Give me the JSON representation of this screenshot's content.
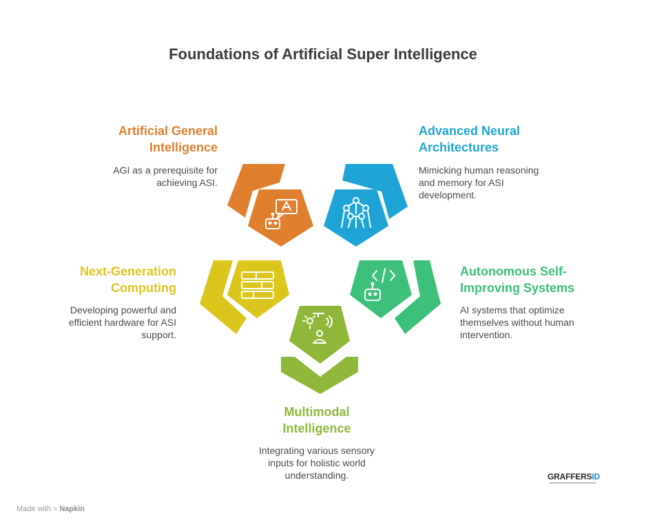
{
  "title": "Foundations of Artificial Super Intelligence",
  "colors": {
    "orange": "#E07F2E",
    "blue": "#1EA5D6",
    "yellow": "#DCC51C",
    "green": "#3CC07A",
    "lime": "#8FB83A"
  },
  "segments": [
    {
      "id": "agi",
      "title_line1": "Artificial General",
      "title_line2": "Intelligence",
      "desc_line1": "AGI as a prerequisite for",
      "desc_line2": "achieving ASI.",
      "icon": "robot-chat-icon",
      "color": "#E07F2E"
    },
    {
      "id": "neural",
      "title_line1": "Advanced Neural",
      "title_line2": "Architectures",
      "desc_line1": "Mimicking human reasoning",
      "desc_line2": "and memory for ASI",
      "desc_line3": "development.",
      "icon": "network-icon",
      "color": "#1EA5D6"
    },
    {
      "id": "computing",
      "title_line1": "Next-Generation",
      "title_line2": "Computing",
      "desc_line1": "Developing powerful and",
      "desc_line2": "efficient hardware for ASI",
      "desc_line3": "support.",
      "icon": "server-stack-icon",
      "color": "#DCC51C"
    },
    {
      "id": "autonomous",
      "title_line1": "Autonomous Self-",
      "title_line2": "Improving Systems",
      "desc_line1": "AI systems that optimize",
      "desc_line2": "themselves without human",
      "desc_line3": "intervention.",
      "icon": "robot-code-icon",
      "color": "#3CC07A"
    },
    {
      "id": "multimodal",
      "title_line1": "Multimodal",
      "title_line2": "Intelligence",
      "desc_line1": "Integrating various sensory",
      "desc_line2": "inputs for holistic world",
      "desc_line3": "understanding.",
      "icon": "sensory-input-icon",
      "color": "#8FB83A"
    }
  ],
  "footer": {
    "made_with": "Made with",
    "napkin": "Napkin"
  },
  "brand": {
    "name_main": "GRAFFERS",
    "name_accent": "ID"
  }
}
